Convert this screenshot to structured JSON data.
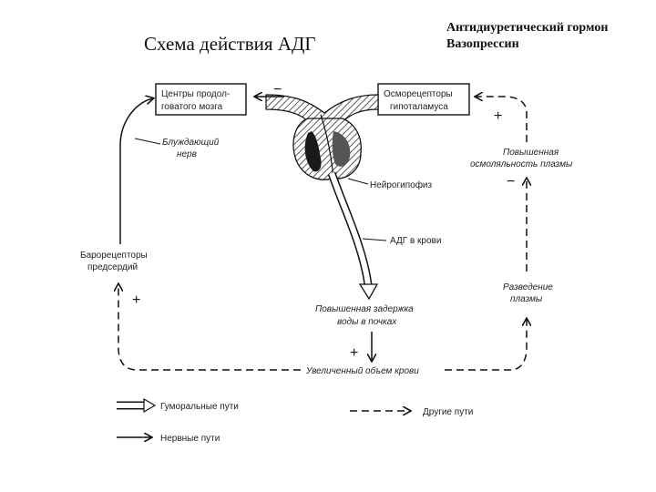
{
  "header": {
    "title": "Схема действия АДГ",
    "subtitle_line1": "Антидиуретический гормон",
    "subtitle_line2": "Вазопрессин"
  },
  "diagram": {
    "box_brain_1": "Центры продол-",
    "box_brain_2": "говатого мозга",
    "box_osmo_1": "Осморецепторы",
    "box_osmo_2": "гипоталамуса",
    "vagus_1": "Блуждающий",
    "vagus_2": "нерв",
    "neurohypophysis": "Нейрогипофиз",
    "adh_blood": "АДГ в крови",
    "baro_1": "Барорецепторы",
    "baro_2": "предсердий",
    "osmolality_1": "Повышенная",
    "osmolality_2": "осмоляльность плазмы",
    "dilution_1": "Разведение",
    "dilution_2": "плазмы",
    "retention_1": "Повышенная задержка",
    "retention_2": "воды в почках",
    "blood_volume": "Увеличенный объем крови",
    "sign_minus_top": "−",
    "sign_plus_osmo": "+",
    "sign_minus_right": "−",
    "sign_plus_baro": "+",
    "sign_plus_bottom": "+"
  },
  "legend": {
    "humoral": "Гуморальные пути",
    "neural": "Нервные пути",
    "other": "Другие пути"
  },
  "colors": {
    "line": "#111111",
    "gland_fill": "#555555",
    "gland_dark": "#1a1a1a"
  }
}
